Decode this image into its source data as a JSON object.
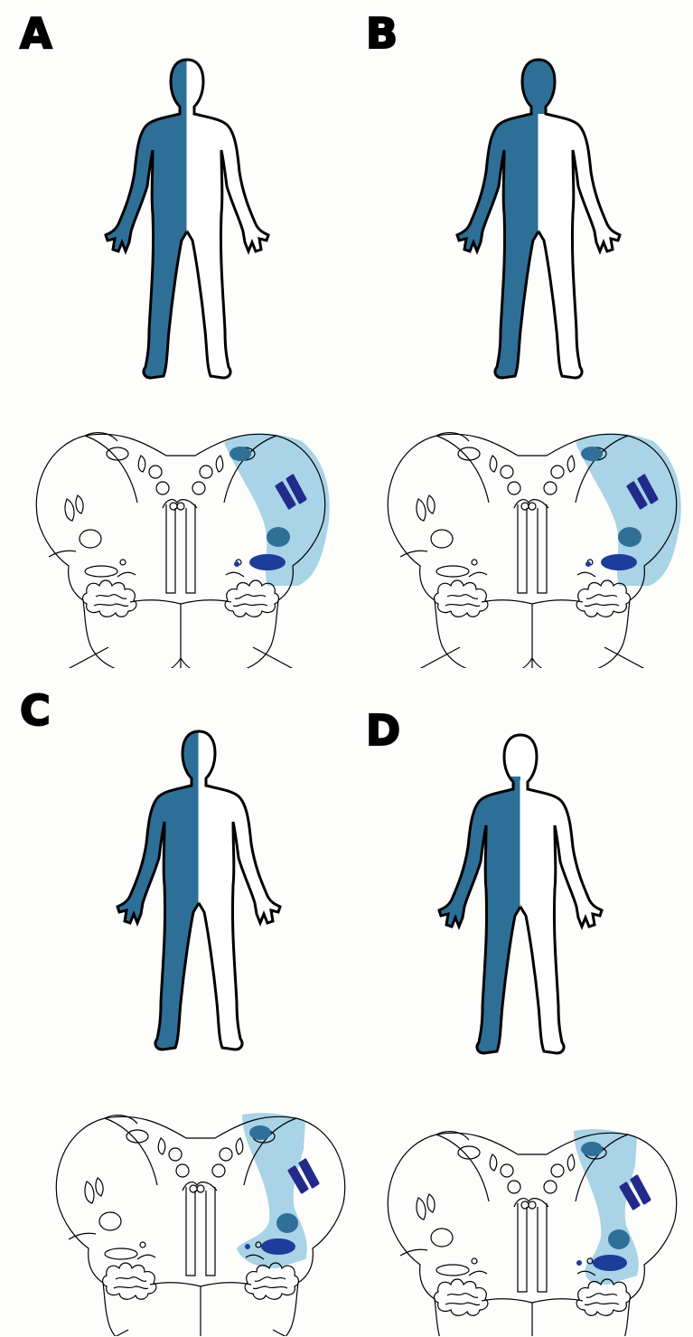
{
  "colors": {
    "affected_body": "#2e6f97",
    "lesion_region": "#a9d3e6",
    "nucleus_medium": "#2f6f98",
    "nucleus_dark": "#1c3e9a",
    "tract_dark": "#222a8a",
    "outline": "#000000"
  },
  "panels": [
    {
      "label": "A",
      "face_shaded": "half",
      "limb_shading_start": "neck",
      "lesion": "lateral-wide"
    },
    {
      "label": "B",
      "face_shaded": "full",
      "limb_shading_start": "neck",
      "lesion": "lateral-wide"
    },
    {
      "label": "C",
      "face_shaded": "half",
      "limb_shading_start": "neck",
      "lesion": "medial-narrow"
    },
    {
      "label": "D",
      "face_shaded": "none",
      "limb_shading_start": "neck",
      "lesion": "medial-narrow"
    }
  ]
}
